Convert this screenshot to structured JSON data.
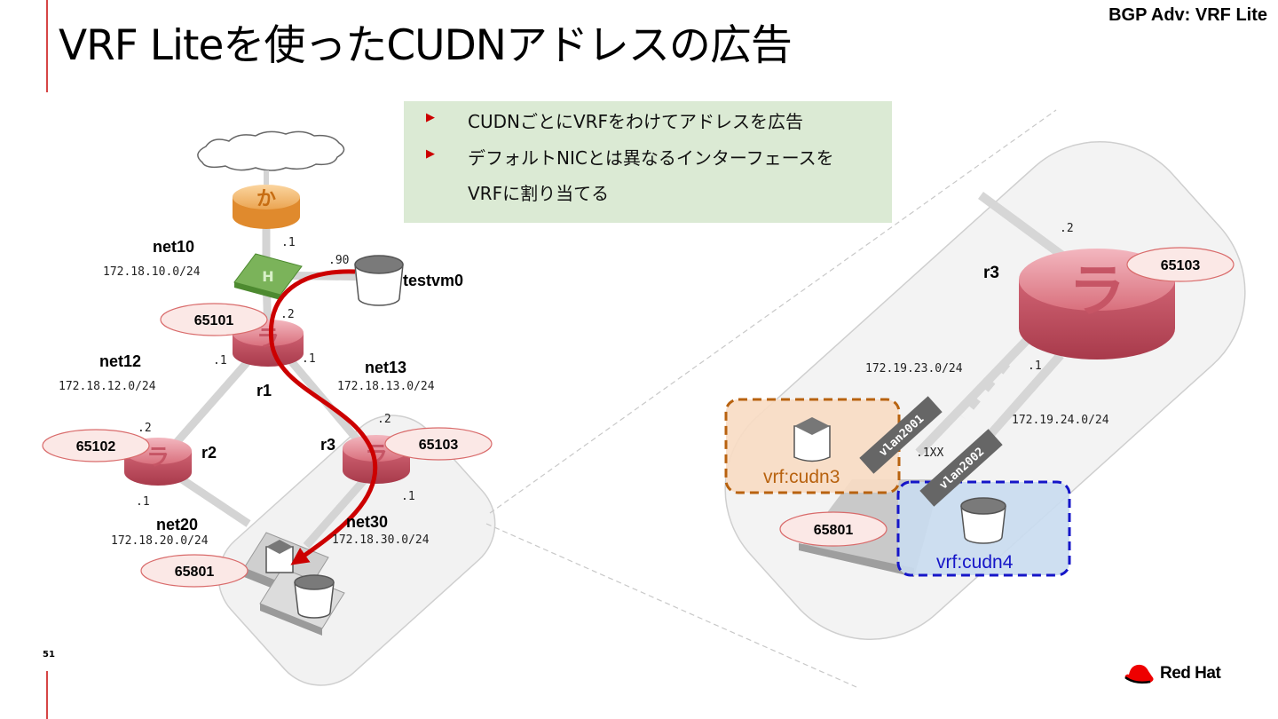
{
  "title": "VRF Liteを使ったCUDNアドレスの広告",
  "section_tag": "BGP Adv: VRF Lite",
  "page_number": "51",
  "bullets": [
    "CUDNごとにVRFをわけてアドレスを広告",
    "デフォルトNICとは異なるインターフェースを",
    "VRFに割り当てる"
  ],
  "left_diagram": {
    "net10": "net10",
    "net10_subnet": "172.18.10.0/24",
    "net12": "net12",
    "net12_subnet": "172.18.12.0/24",
    "net13": "net13",
    "net13_subnet": "172.18.13.0/24",
    "net20": "net20",
    "net20_subnet": "172.18.20.0/24",
    "net30": "net30",
    "net30_subnet": "172.18.30.0/24",
    "r1": "r1",
    "r2": "r2",
    "r3": "r3",
    "testvm": "testvm0",
    "ip_gw": ".1",
    "ip_vm": ".90",
    "ip_r1_up": ".2",
    "ip_r1_left": ".1",
    "ip_r1_right": ".1",
    "ip_r2_up": ".2",
    "ip_r2_down": ".1",
    "ip_r3_up": ".2",
    "ip_r3_down": ".1",
    "asn_r1": "65101",
    "asn_r2": "65102",
    "asn_r3": "65103",
    "asn_node": "65801"
  },
  "right_diagram": {
    "r3": "r3",
    "asn_r3": "65103",
    "asn_node": "65801",
    "ip_top": ".2",
    "ip_r3": ".1",
    "ip_node": ".1XX",
    "subnet_a": "172.19.23.0/24",
    "subnet_b": "172.19.24.0/24",
    "vlan_a": "vlan2001",
    "vlan_b": "vlan2002",
    "vrf_a": "vrf:cudn3",
    "vrf_b": "vrf:cudn4"
  },
  "logo_text": "Red Hat",
  "colors": {
    "accent_red": "#cc0000",
    "vrf_orange": "#b8620f",
    "vrf_blue": "#1515c8",
    "bullet_bg": "#dbead4"
  }
}
